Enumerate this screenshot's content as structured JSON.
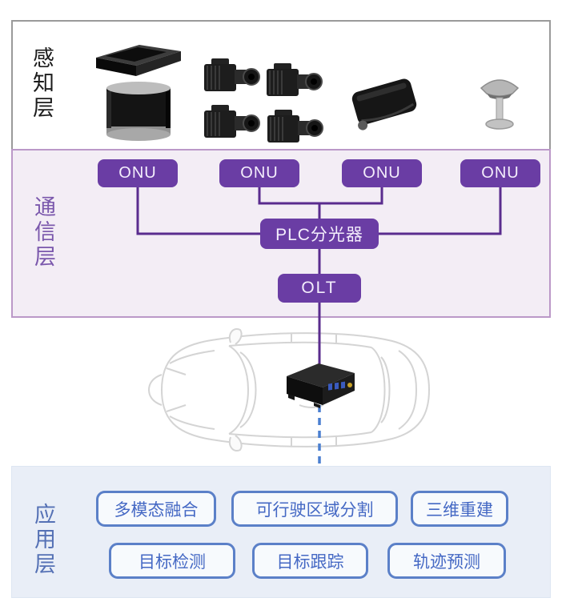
{
  "layers": {
    "perception": {
      "label": "感知层",
      "sensors": [
        {
          "icon": "lidar-wedge-icon"
        },
        {
          "icon": "lidar-cylinder-icon"
        },
        {
          "icon": "camera-icon"
        },
        {
          "icon": "radar-unit-icon"
        },
        {
          "icon": "gps-antenna-icon"
        }
      ]
    },
    "communication": {
      "label": "通信层",
      "onu_labels": [
        "ONU",
        "ONU",
        "ONU",
        "ONU"
      ],
      "splitter_label": "PLC分光器",
      "olt_label": "OLT"
    },
    "vehicle": {
      "icon": "car-top-view-icon",
      "device_icon": "onboard-computing-unit-icon"
    },
    "application": {
      "label": "应用层",
      "boxes_row1": [
        "多模态融合",
        "可行驶区域分割",
        "三维重建"
      ],
      "boxes_row2": [
        "目标检测",
        "目标跟踪",
        "轨迹预测"
      ]
    }
  },
  "colors": {
    "node_purple": "#6a3da4",
    "connector_purple": "#5a2c8e",
    "comm_panel_bg": "#f3edf5",
    "comm_panel_border": "#bb98c8",
    "comm_label_text": "#7a57ac",
    "app_panel_bg": "#e9eef7",
    "app_box_border": "#5b80c8",
    "app_box_text": "#4468c4",
    "dashed_link_blue": "#4a7fd0",
    "perception_border_gray": "#9a9a9a"
  }
}
